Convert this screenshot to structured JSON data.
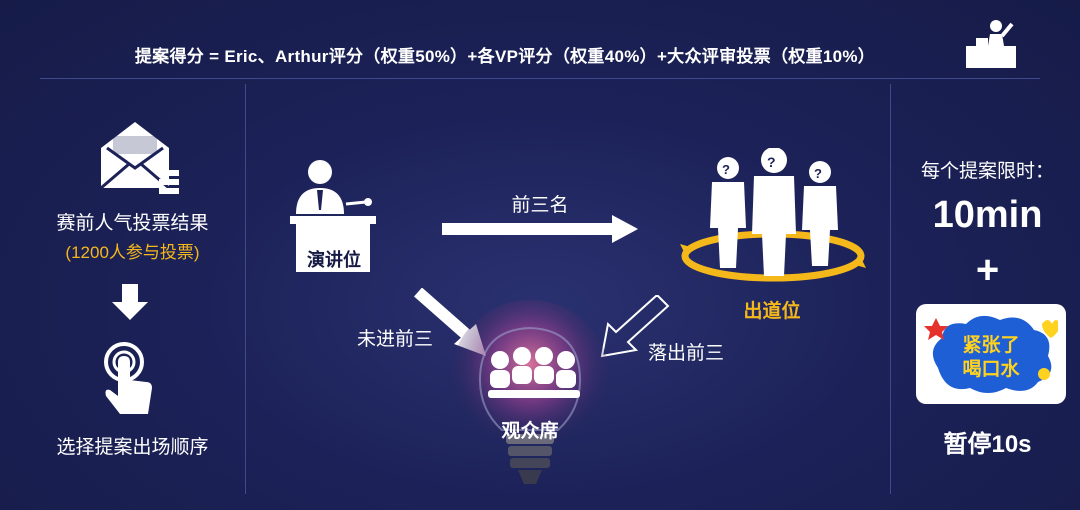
{
  "formula": "提案得分 = Eric、Arthur评分（权重50%）+各VP评分（权重40%）+大众评审投票（权重10%）",
  "left": {
    "vote_result": "赛前人气投票结果",
    "vote_count": "(1200人参与投票)",
    "select_order": "选择提案出场顺序"
  },
  "center": {
    "podium_label": "演讲位",
    "top3_label": "前三名",
    "not_top3_label": "未进前三",
    "drop_top3_label": "落出前三",
    "exit_label": "出道位",
    "audience_label": "观众席"
  },
  "right": {
    "time_limit_label": "每个提案限时：",
    "time_value": "10min",
    "plus": "+",
    "sticker_line1": "紧张了",
    "sticker_line2": "喝口水",
    "pause_label": "暂停10s"
  },
  "colors": {
    "background": "#1c2258",
    "accent_gold": "#f5b81a",
    "sticker_blue": "#1f5fd6",
    "divider": "#3d4a8f"
  }
}
